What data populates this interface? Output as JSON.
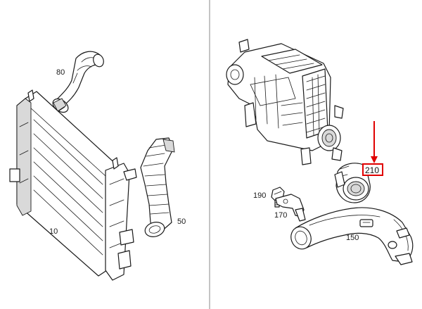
{
  "callouts": {
    "p80": "80",
    "p10": "10",
    "p50": "50",
    "p190": "190",
    "p170": "170",
    "p150": "150",
    "p210": "210"
  },
  "colors": {
    "highlight": "#e00000",
    "line": "#1a1a1a",
    "divider": "#b0b0b0"
  }
}
